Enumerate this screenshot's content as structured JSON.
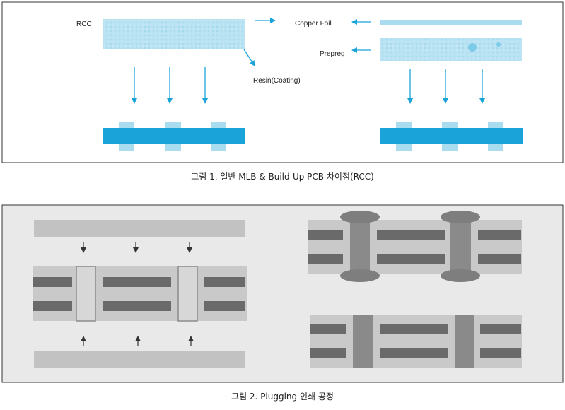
{
  "figure1": {
    "labels": {
      "rcc": "RCC",
      "copper_foil": "Copper Foil",
      "prepreg": "Prepreg",
      "resin": "Resin(Coating)"
    },
    "caption": "그림 1. 일반 MLB & Build-Up PCB 차이점(RCC)"
  },
  "figure2": {
    "caption": "그림 2. Plugging 인쇄 공정"
  },
  "colors": {
    "cyan_dark": "#1aa3d9",
    "cyan_light": "#a9dcef",
    "cyan_pale": "#cdeaf5",
    "gray_band": "#c2c2c2",
    "gray_dark": "#6a6a6a",
    "gray_hole": "#8c8c8c",
    "panel_bg": "#e9e9e9"
  },
  "icons": {
    "arrow": "arrow-icon"
  }
}
